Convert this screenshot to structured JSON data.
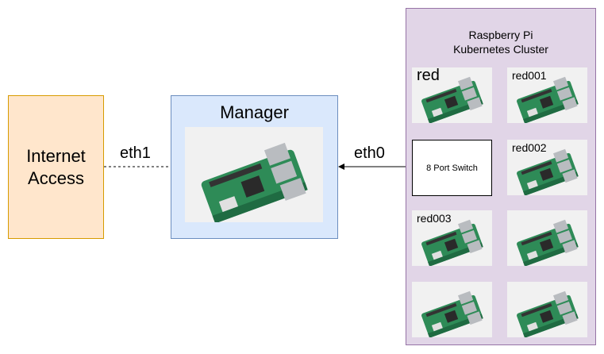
{
  "internet": {
    "label_line1": "Internet",
    "label_line2": "Access"
  },
  "manager": {
    "title": "Manager"
  },
  "cluster": {
    "title": "Raspberry Pi\nKubernetes Cluster"
  },
  "switch": {
    "label": "8 Port Switch"
  },
  "edges": {
    "eth1": "eth1",
    "eth0": "eth0"
  },
  "nodes": [
    {
      "label": "red"
    },
    {
      "label": "red001"
    },
    {
      "label": "red002"
    },
    {
      "label": "red003"
    },
    {
      "label": ""
    },
    {
      "label": ""
    },
    {
      "label": ""
    }
  ],
  "colors": {
    "board": "#2e8b57",
    "board_dark": "#1f6b42",
    "metal": "#b9bcc0",
    "tile_bg": "#f1f1f1"
  }
}
